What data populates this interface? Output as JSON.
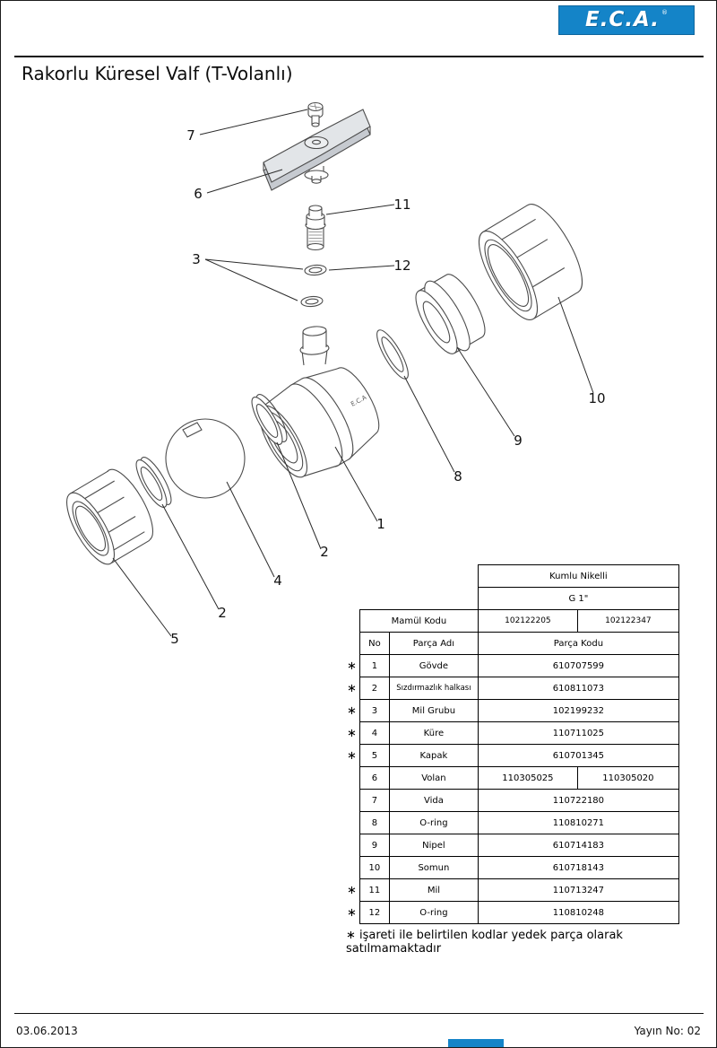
{
  "page": {
    "logo": {
      "text": "E.C.A.",
      "registered": "®",
      "bg_color": "#1484c8"
    },
    "title": "Rakorlu Küresel Valf (T-Volanlı)",
    "footer": {
      "date": "03.06.2013",
      "issue": "Yayın No: 02"
    }
  },
  "diagram": {
    "body_marking": "E.C.A",
    "callouts": [
      "7",
      "6",
      "11",
      "3",
      "12",
      "10",
      "9",
      "8",
      "1",
      "2",
      "4",
      "2",
      "5"
    ]
  },
  "table": {
    "product_line": "Kumlu Nikelli",
    "size": "G 1\"",
    "mamul_kodu_label": "Mamül Kodu",
    "mamul_codes": [
      "102122205",
      "102122347"
    ],
    "columns": {
      "no": "No",
      "name": "Parça Adı",
      "code": "Parça Kodu"
    },
    "star": "∗",
    "rows": [
      {
        "star": true,
        "no": "1",
        "name": "Gövde",
        "code": "610707599"
      },
      {
        "star": true,
        "no": "2",
        "name": "Sızdırmazlık halkası",
        "code": "610811073"
      },
      {
        "star": true,
        "no": "3",
        "name": "Mil Grubu",
        "code": "102199232"
      },
      {
        "star": true,
        "no": "4",
        "name": "Küre",
        "code": "110711025"
      },
      {
        "star": true,
        "no": "5",
        "name": "Kapak",
        "code": "610701345"
      },
      {
        "star": false,
        "no": "6",
        "name": "Volan",
        "code1": "110305025",
        "code2": "110305020"
      },
      {
        "star": false,
        "no": "7",
        "name": "Vida",
        "code": "110722180"
      },
      {
        "star": false,
        "no": "8",
        "name": "O-ring",
        "code": "110810271"
      },
      {
        "star": false,
        "no": "9",
        "name": "Nipel",
        "code": "610714183"
      },
      {
        "star": false,
        "no": "10",
        "name": "Somun",
        "code": "610718143"
      },
      {
        "star": true,
        "no": "11",
        "name": "Mil",
        "code": "110713247"
      },
      {
        "star": true,
        "no": "12",
        "name": "O-ring",
        "code": "110810248"
      }
    ],
    "footnote": "∗ işareti ile belirtilen kodlar yedek parça olarak satılmamaktadır"
  }
}
